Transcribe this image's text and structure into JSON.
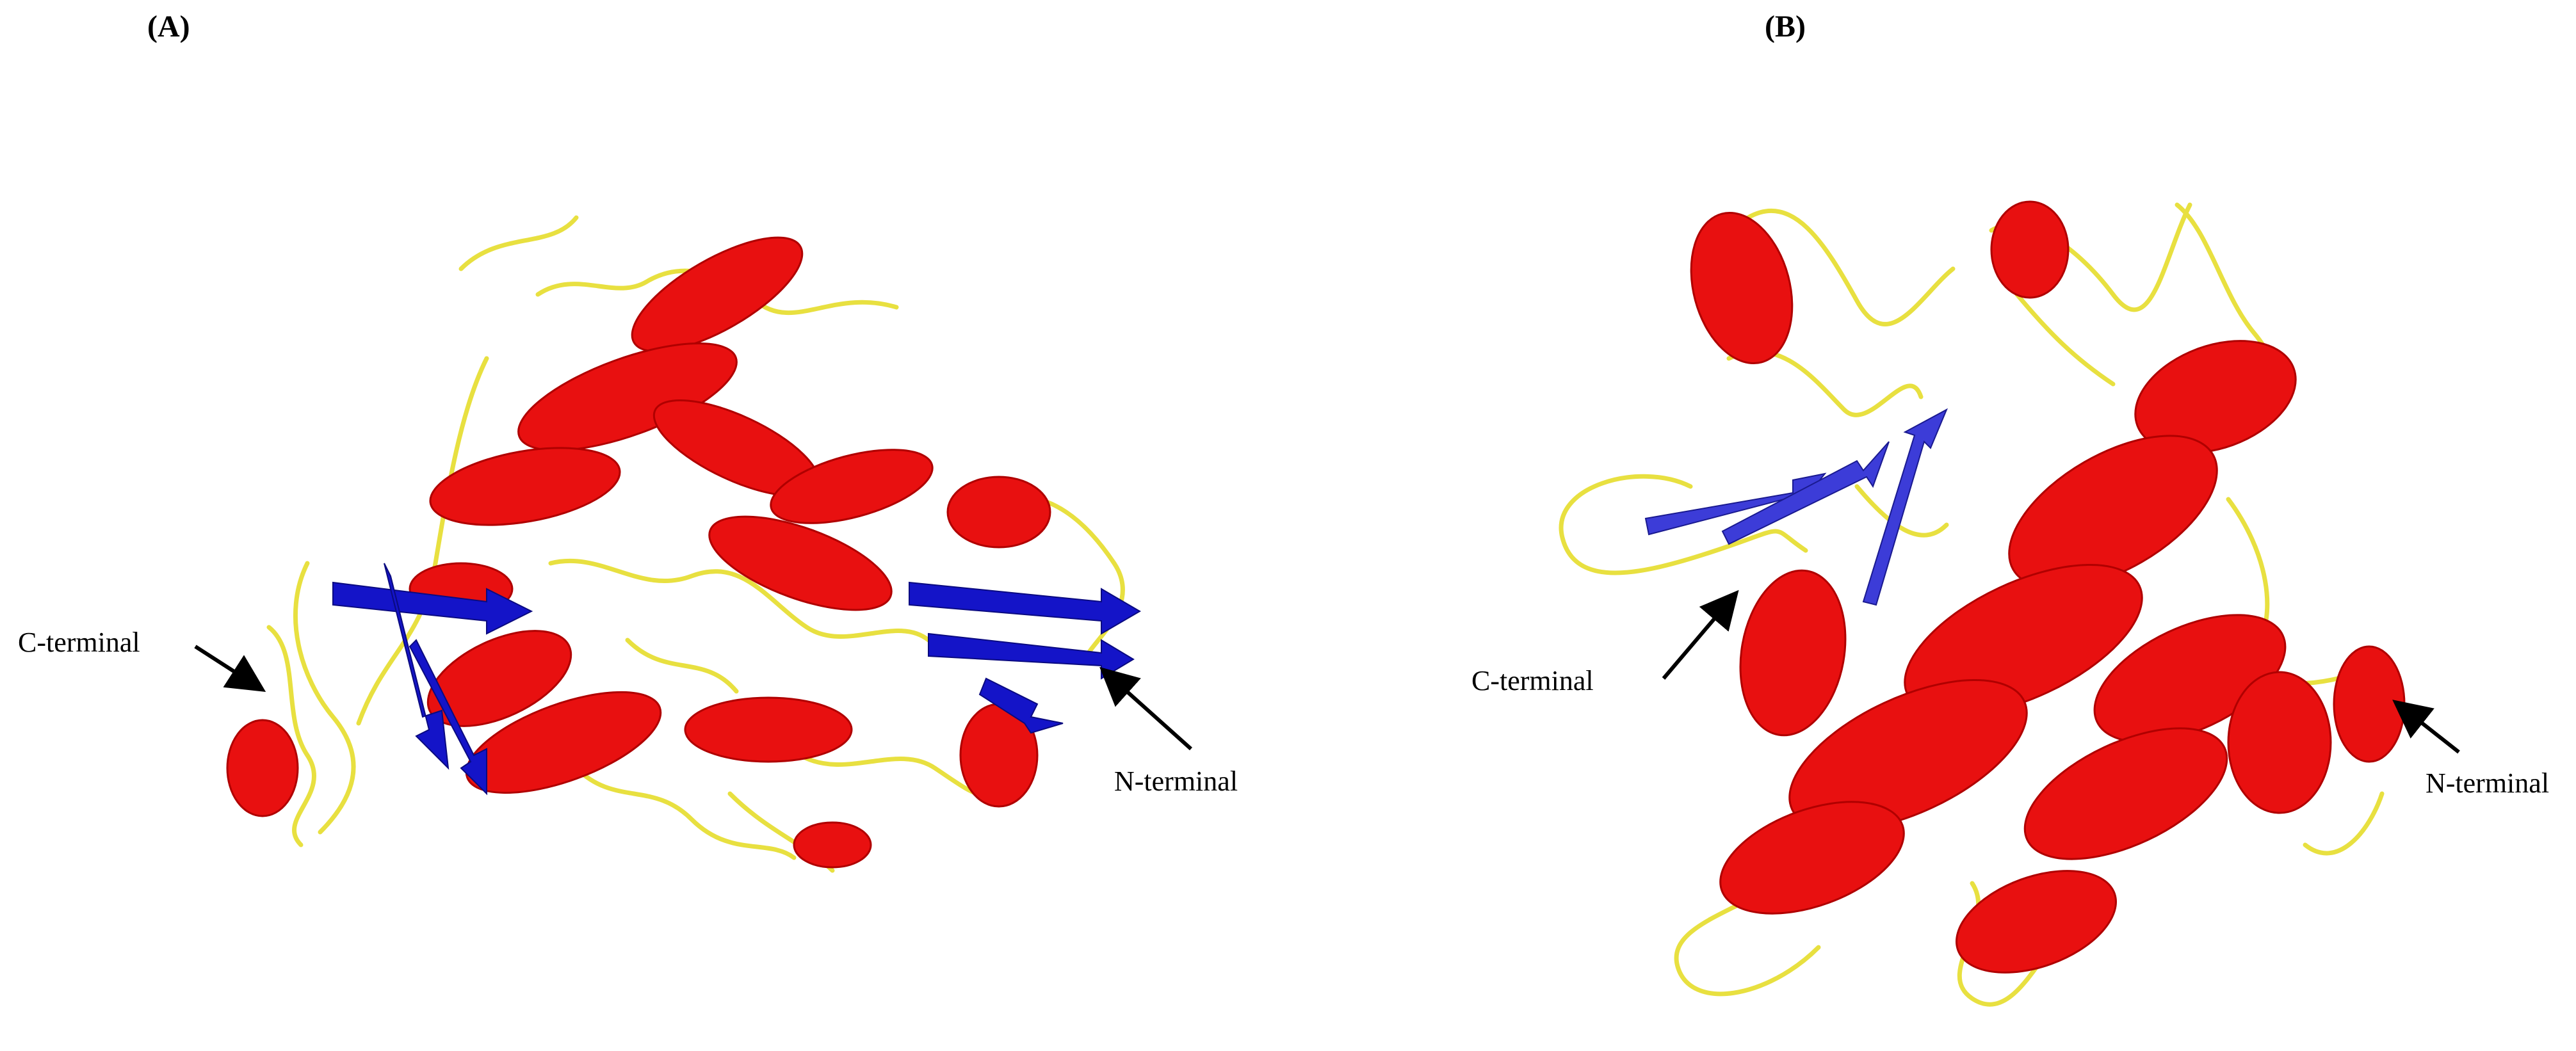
{
  "panels": [
    {
      "letter": "(A)",
      "c_label": "C-terminal",
      "n_label": "N-terminal",
      "colors": {
        "helix": "#e81010",
        "sheet": "#1414c8",
        "loop": "#e8e040"
      }
    },
    {
      "letter": "(B)",
      "c_label": "C-terminal",
      "n_label": "N-terminal",
      "colors": {
        "helix": "#e81010",
        "sheet": "#3c3cd8",
        "loop": "#e8e040"
      }
    }
  ],
  "icons": {
    "arrow": "pointer-arrow-icon",
    "helix": "alpha-helix-ribbon",
    "sheet": "beta-sheet-arrow",
    "loop": "coil-loop"
  }
}
